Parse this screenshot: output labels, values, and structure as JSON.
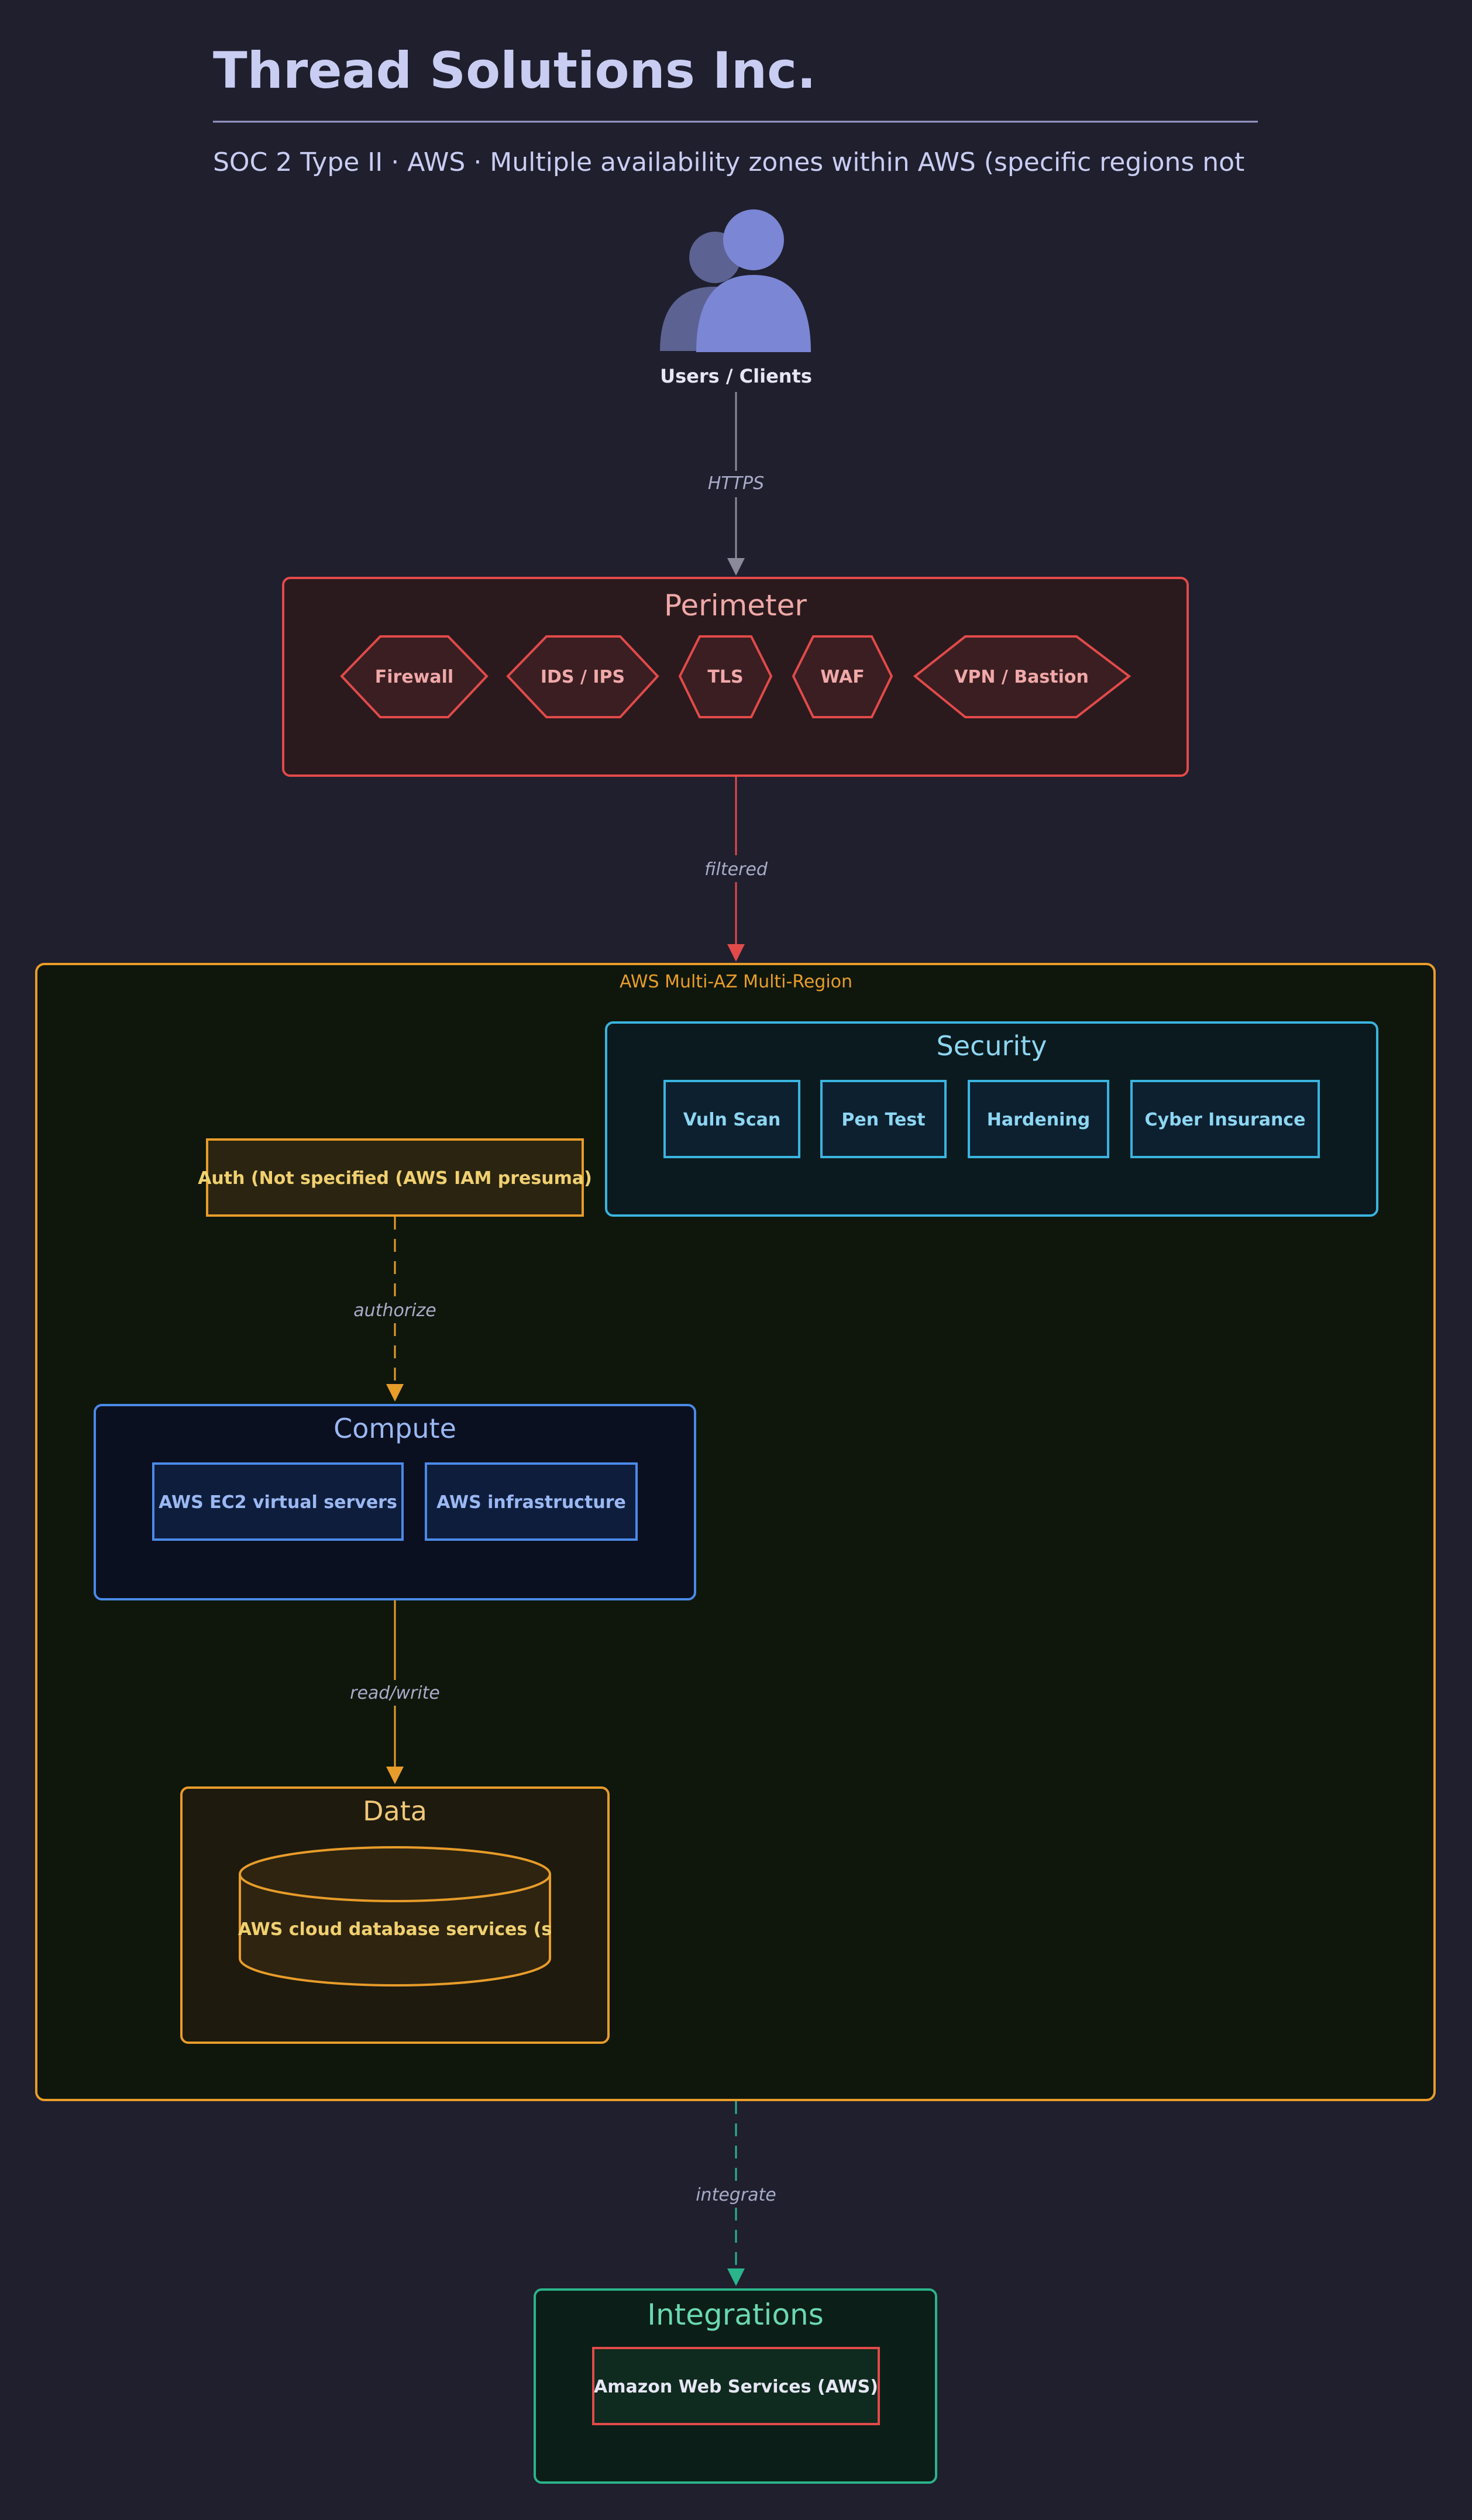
{
  "header": {
    "title": "Thread Solutions Inc.",
    "subtitle": "SOC 2 Type II · AWS · Multiple availability zones within AWS (specific regions not"
  },
  "users": {
    "label": "Users / Clients",
    "icon": "users-icon"
  },
  "edges": {
    "users_to_perimeter": "HTTPS",
    "perimeter_to_cloud": "filtered",
    "auth_to_compute": "authorize",
    "compute_to_data": "read/write",
    "cloud_to_integrations": "integrate"
  },
  "perimeter": {
    "title": "Perimeter",
    "items": [
      "Firewall",
      "IDS / IPS",
      "TLS",
      "WAF",
      "VPN / Bastion"
    ]
  },
  "cloud": {
    "label": "AWS Multi-AZ Multi-Region"
  },
  "security": {
    "title": "Security",
    "items": [
      "Vuln Scan",
      "Pen Test",
      "Hardening",
      "Cyber Insurance"
    ]
  },
  "auth": {
    "label": "Auth (Not specified (AWS IAM presuma)"
  },
  "compute": {
    "title": "Compute",
    "items": [
      "AWS EC2 virtual servers",
      "AWS infrastructure"
    ]
  },
  "data": {
    "title": "Data",
    "db_label": "AWS cloud database services (s"
  },
  "integrations": {
    "title": "Integrations",
    "items": [
      "Amazon Web Services (AWS)"
    ]
  },
  "colors": {
    "background": "#1f1f2e",
    "perimeter": "#e24a4a",
    "cloud": "#e89c2a",
    "security": "#3ab4e0",
    "compute": "#4a8ae8",
    "data": "#e89c2a",
    "integrations": "#2ab48a"
  }
}
